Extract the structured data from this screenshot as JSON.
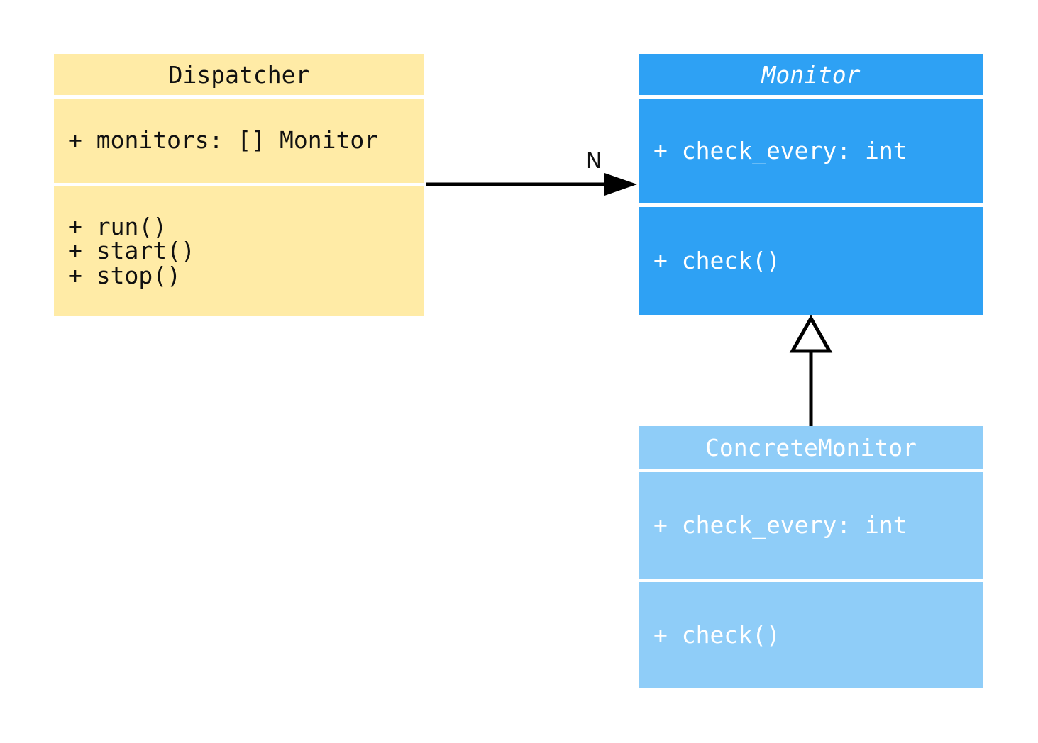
{
  "diagram": {
    "type": "uml-class-diagram",
    "background_color": "#ffffff",
    "edge_color": "#000000",
    "classes": [
      {
        "id": "dispatcher",
        "name": "Dispatcher",
        "abstract": false,
        "fill": "#FFEBA6",
        "text_color": "#111111",
        "attributes": [
          "+ monitors: [] Monitor"
        ],
        "methods": [
          "+ run()",
          "+ start()",
          "+ stop()"
        ]
      },
      {
        "id": "monitor",
        "name": "Monitor",
        "abstract": true,
        "fill": "#2EA1F4",
        "text_color": "#ffffff",
        "attributes": [
          "+ check_every: int"
        ],
        "methods": [
          "+ check()"
        ]
      },
      {
        "id": "concrete-monitor",
        "name": "ConcreteMonitor",
        "abstract": false,
        "fill": "#8FCDF8",
        "text_color": "#ffffff",
        "attributes": [
          "+ check_every: int"
        ],
        "methods": [
          "+ check()"
        ]
      }
    ],
    "edges": [
      {
        "from": "Dispatcher",
        "to": "Monitor",
        "type": "association",
        "label": "N"
      },
      {
        "from": "ConcreteMonitor",
        "to": "Monitor",
        "type": "inheritance",
        "label": ""
      }
    ]
  }
}
